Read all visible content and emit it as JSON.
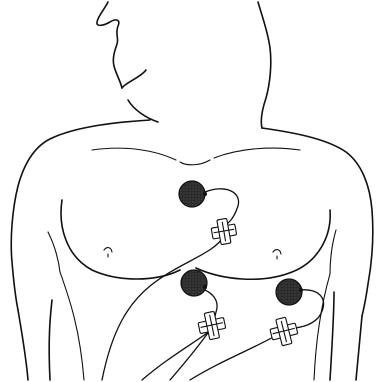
{
  "diagram": {
    "electrodes": [
      {
        "id": "upper-chest"
      },
      {
        "id": "left-abdomen"
      },
      {
        "id": "right-abdomen"
      }
    ],
    "colors": {
      "line": "#111111",
      "electrode_fill": "#2a2a2a",
      "background": "#ffffff"
    },
    "icons": [
      "electrode-pad-icon",
      "tape-strip-icon"
    ]
  }
}
